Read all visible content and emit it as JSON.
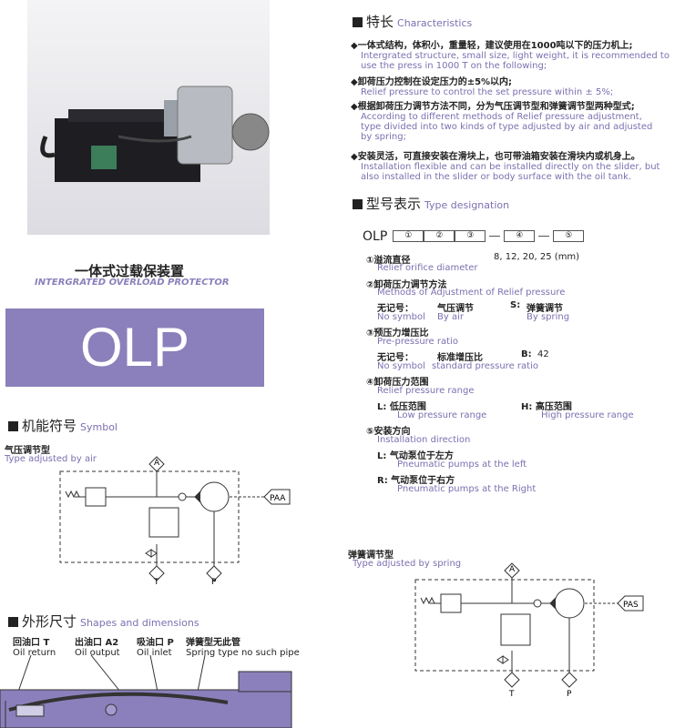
{
  "product": {
    "title_cn": "一体式过载保装置",
    "title_en": "INTERGRATED  OVERLOAD PROTECTOR",
    "model": "OLP"
  },
  "symbol": {
    "heading_cn": "机能符号",
    "heading_en": "Symbol",
    "air_cn": "气压调节型",
    "air_en": "Type  adjusted by air",
    "spring_cn": "弹簧调节型",
    "spring_en": "Type  adjusted by spring",
    "port_a": "A",
    "port_t": "T",
    "port_p": "P",
    "port_paa": "PAA",
    "port_pas": "PAS"
  },
  "shapes": {
    "heading_cn": "外形尺寸",
    "heading_en": "Shapes and dimensions",
    "labels": [
      {
        "cn": "回油口 T",
        "en": "Oil return"
      },
      {
        "cn": "出油口 A2",
        "en": "Oil output"
      },
      {
        "cn": "吸油口 P",
        "en": "Oil inlet"
      },
      {
        "cn": "弹簧型无此管",
        "en": "Spring type no such pipe"
      }
    ]
  },
  "characteristics": {
    "heading_cn": "特长",
    "heading_en": "Characteristics",
    "items": [
      {
        "cn": "◆一体式结构，体积小，重量轻，建议使用在1000吨以下的压力机上;",
        "en1": "Intergrated structure, small size, light weight, it is recommended to",
        "en2": "use the press in 1000 T on the following;",
        "en3": ""
      },
      {
        "cn": "◆卸荷压力控制在设定压力的±5%以内;",
        "en1": "Relief pressure to control the set pressure within ± 5%;",
        "en2": "",
        "en3": ""
      },
      {
        "cn": "◆根据卸荷压力调节方法不同，分为气压调节型和弹簧调节型两种型式;",
        "en1": "According to different methods of Relief pressure adjustment,",
        "en2": "type divided into two kinds of type  adjusted by air and adjusted",
        "en3": "by spring;"
      },
      {
        "cn": "◆安装灵活，可直接安装在滑块上，也可带油箱安装在滑块内或机身上。",
        "en1": "Installation flexible and can be installed directly on the slider, but",
        "en2": "also installed in the slider or body surface with the oil tank.",
        "en3": ""
      }
    ]
  },
  "type_designation": {
    "heading_cn": "型号表示",
    "heading_en": "Type designation",
    "code": "OLP",
    "boxes": [
      "①",
      "②",
      "③",
      "④",
      "⑤"
    ],
    "sec1": {
      "title_cn": "①溢流直径",
      "values": "8, 12, 20, 25  (mm)",
      "title_en": "Relief orifice diameter"
    },
    "sec2": {
      "title_cn": "②卸荷压力调节方法",
      "title_en": "Methods of Adjustment of Relief pressure",
      "opt1_cn": "无记号：",
      "opt1_val_cn": "气压调节",
      "opt1_en": "No symbol",
      "opt1_val_en": "By air",
      "opt2_cn": "S:",
      "opt2_val_cn": "弹簧调节",
      "opt2_val_en": "By spring"
    },
    "sec3": {
      "title_cn": "③预压力增压比",
      "title_en": "Pre-pressure  ratio",
      "opt1_cn": "无记号：",
      "opt1_val_cn": "标准增压比",
      "opt1_en": "No symbol",
      "opt1_val_en": "standard pressure ratio",
      "opt2_cn": "B:",
      "opt2_val": "42"
    },
    "sec4": {
      "title_cn": "④卸荷压力范围",
      "title_en": "Relief pressure  range",
      "l_cn": "L:  低压范围",
      "l_en": "Low pressure range",
      "h_cn": "H:  高压范围",
      "h_en": "High pressure range"
    },
    "sec5": {
      "title_cn": "⑤安装方向",
      "title_en": "Installation direction",
      "l_cn": "L:  气动泵位于左方",
      "l_en": "Pneumatic pumps at the left",
      "r_cn": "R:  气动泵位于右方",
      "r_en": "Pneumatic pumps at the Right"
    }
  },
  "colors": {
    "accent": "#8b80bb",
    "text_en": "#7d6fb0"
  }
}
